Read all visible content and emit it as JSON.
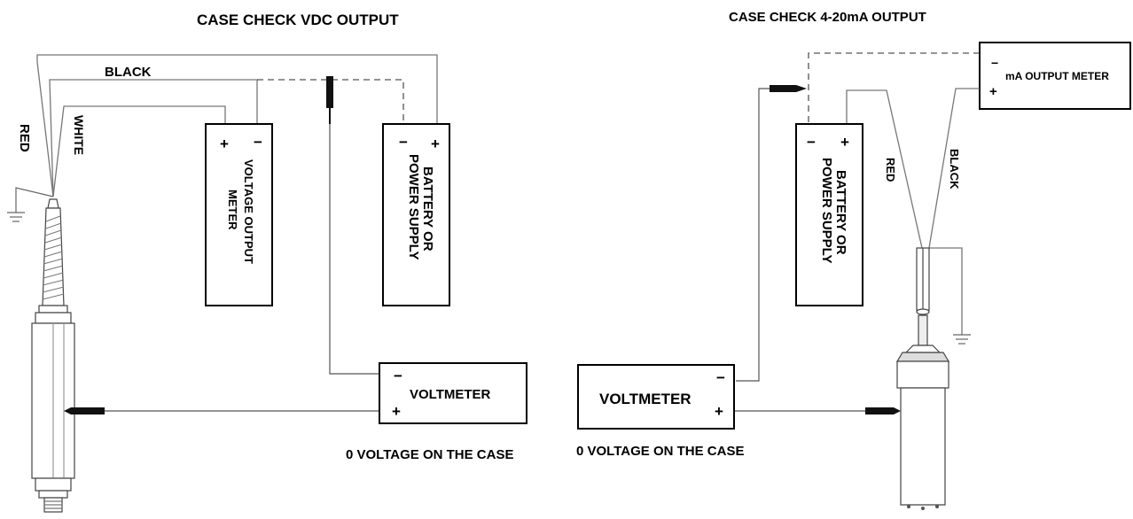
{
  "left": {
    "title": "CASE CHECK  VDC OUTPUT",
    "wires": {
      "red": "RED",
      "black": "BLACK",
      "white": "WHITE"
    },
    "voltage_meter": {
      "label_line1": "VOLTAGE OUTPUT",
      "label_line2": "METER",
      "plus": "+",
      "minus": "−"
    },
    "power_supply": {
      "label_line1": "BATTERY OR",
      "label_line2": "POWER SUPPLY",
      "plus": "+",
      "minus": "−"
    },
    "voltmeter": {
      "label": "VOLTMETER",
      "plus": "+",
      "minus": "−"
    },
    "caption": "0 VOLTAGE ON THE CASE"
  },
  "right": {
    "title": "CASE CHECK  4-20mA OUTPUT",
    "wires": {
      "red": "RED",
      "black": "BLACK"
    },
    "ma_meter": {
      "label": "mA OUTPUT METER",
      "plus": "+",
      "minus": "−"
    },
    "power_supply": {
      "label_line1": "BATTERY OR",
      "label_line2": "POWER SUPPLY",
      "plus": "+",
      "minus": "−"
    },
    "voltmeter": {
      "label": "VOLTMETER",
      "plus": "+",
      "minus": "−"
    },
    "caption": "0 VOLTAGE ON THE CASE"
  }
}
